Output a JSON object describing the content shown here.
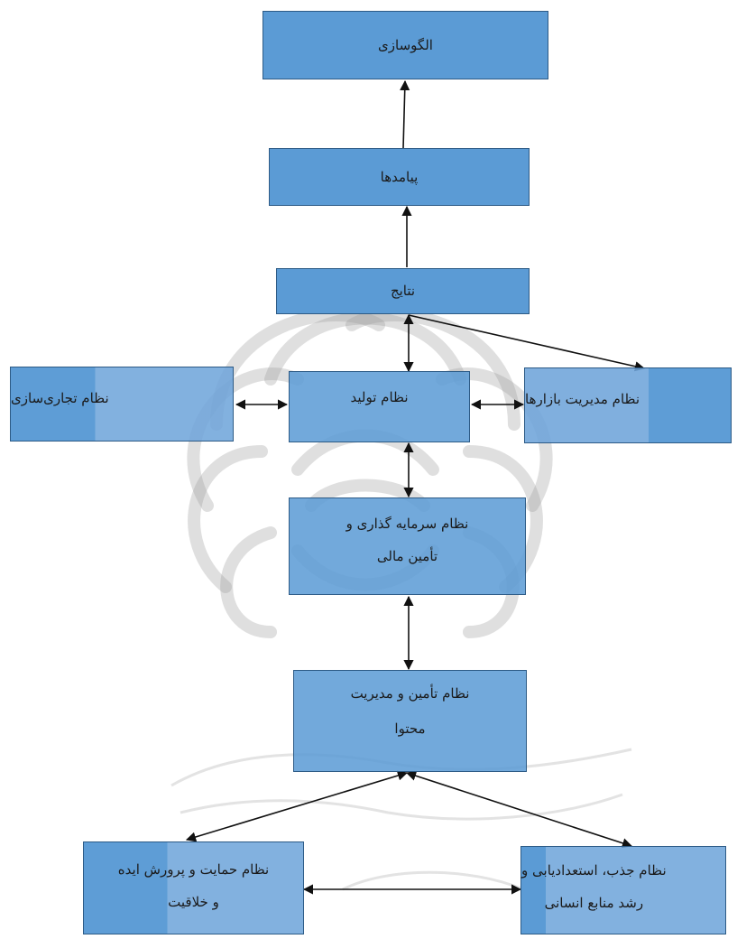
{
  "nodes": {
    "modeling": "الگوسازی",
    "outcomes": "پیامدها",
    "results": "نتایج",
    "commercialization": "نظام تجاری‌سازی",
    "production": "نظام تولید",
    "market_management": "نظام مدیریت بازارها",
    "investment": "نظام سرمایه گذاری و\nتأمین مالی",
    "content_management": "نظام تأمین و مدیریت\nمحتوا",
    "idea_support": "نظام حمایت و پرورش ایده\nو خلاقیت",
    "talent_development": "نظام جذب، استعدادیابی و\nرشد منابع انسانی"
  },
  "colors": {
    "box_fill": "#5b9bd5",
    "box_border": "#2d5b86",
    "arrow": "#111111",
    "watermark": "#9a9a9a"
  }
}
